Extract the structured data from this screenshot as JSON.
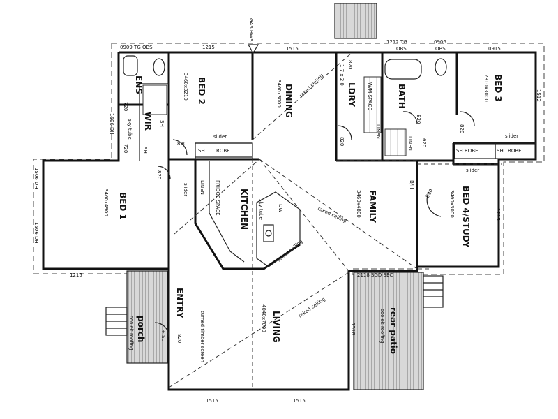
{
  "rooms": {
    "ens": "ENS",
    "wir": "WIR",
    "bed2": "BED 2",
    "bed2_dim": "3460x3210",
    "dining": "DINING",
    "dining_dim": "3460x3000",
    "ldry": "LDRY",
    "bath": "BATH",
    "bed3": "BED 3",
    "bed3_dim": "2810x3000",
    "bed1": "BED 1",
    "bed1_dim": "3460x4900",
    "kitchen": "KITCHEN",
    "family": "FAMILY",
    "family_dim": "3460x4800",
    "bed4": "BED 4/STUDY",
    "bed4_dim": "3460x3000",
    "entry": "ENTRY",
    "living": "LIVING",
    "living_dim": "4040x7000",
    "porch": "porch",
    "porch_sub": "coolek roofing",
    "rear_patio": "rear patio",
    "rear_patio_sub": "coolek roofing"
  },
  "labels": {
    "gas_hws": "GAS HWS",
    "top_left_window": "0909 TG OBS",
    "top_1215": "1215",
    "top_1515": "1515",
    "top_1212": "1212 TG",
    "top_obs1": "OBS",
    "top_0906": "0906",
    "top_obs2": "OBS",
    "top_0915": "0915",
    "right_1512": "1512",
    "right_1215": "1215",
    "left_1506_top": "1506 DH",
    "left_1506_a": "1506 DH",
    "left_1506_b": "1506 DH",
    "bottom_left_1215": "1215",
    "bottom_1515_a": "1515",
    "bottom_1515_b": "1515",
    "sgd": "2118 SGD SEC",
    "raked_ceiling_1": "raked ceiling",
    "raked_ceiling_2": "raked ceiling",
    "raked_ceiling_3": "raked ceiling",
    "raked_ceiling_4": "raked ceiling",
    "sky_tube": "sky tube",
    "sky_tube_kitchen": "sky tube",
    "linen": "LINEN",
    "linen_bath": "LINEN",
    "linen_ldry": "LINEN",
    "slider_bed2": "slider",
    "slider_bed1": "slider",
    "slider_bed3": "slider",
    "slider_bed4": "slider",
    "sh": "SH",
    "sh_wir": "SH",
    "sh_bed2": "SH",
    "robe_bed2": "ROBE",
    "sh_robe_bed4": "SH ROBE",
    "sh_bed3": "SH",
    "robe_bed3": "ROBE",
    "d720_a": "720",
    "d720_b": "720",
    "d820_bed2": "820",
    "d820_bed1": "820",
    "d820_ldry": "820",
    "d820_ldry2": "820",
    "d820_bath": "820",
    "d620_bath": "620",
    "d820_bed3": "820",
    "d820_bed4": "820",
    "d820_entry": "820",
    "dw": "DW",
    "bh": "B/H",
    "fridge": "FRIDGE SPACE",
    "wm": "W/M SPACE",
    "turned_screen": "turned timber screen",
    "porch_step": "+ SL",
    "right_1518": "1518",
    "ldry_dim": "1,7 x 2,0"
  }
}
